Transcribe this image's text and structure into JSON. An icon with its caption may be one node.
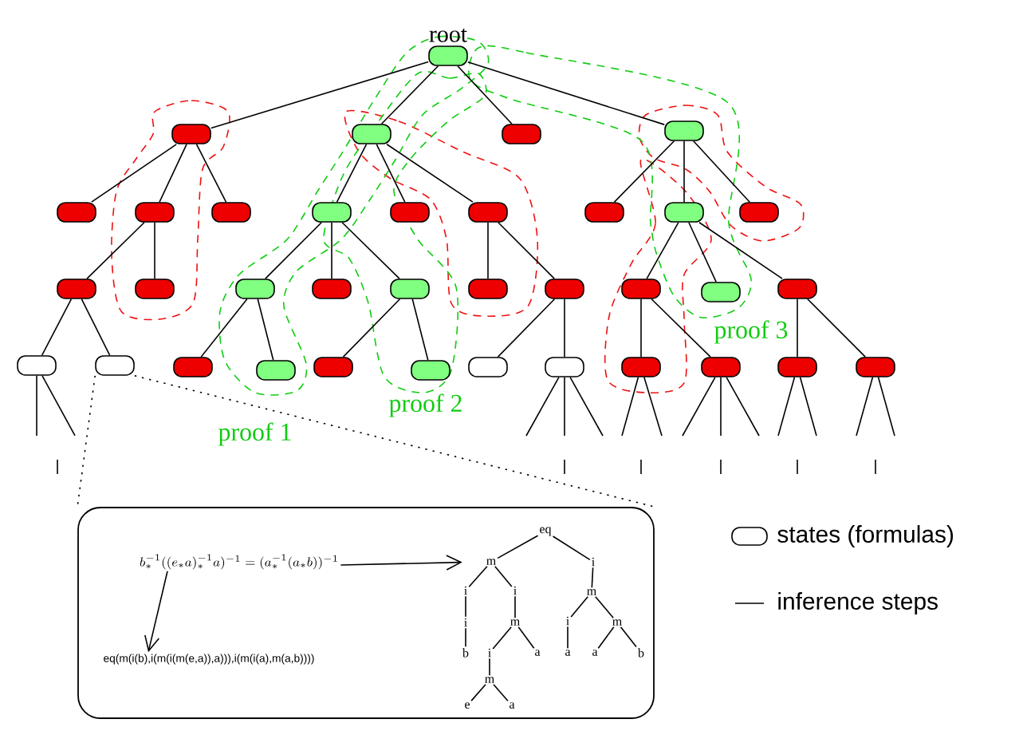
{
  "diagram": {
    "nodes": [
      {
        "text": [
          "root"
        ]
      },
      {
        "text": [],
        "shape": "box"
      },
      {
        "text": [],
        "shape": "box"
      },
      {
        "text": [],
        "shape": "box"
      },
      {
        "text": [],
        "shape": "box"
      },
      {
        "text": [],
        "shape": "box"
      },
      {
        "text": [],
        "shape": "box"
      },
      {
        "text": [],
        "shape": "box"
      },
      {
        "text": [],
        "shape": "box"
      },
      {
        "text": [],
        "shape": "box"
      },
      {
        "text": [],
        "shape": "box"
      },
      {
        "text": [],
        "shape": "box"
      },
      {
        "text": [],
        "shape": "box"
      },
      {
        "text": [],
        "shape": "box"
      },
      {
        "text": [],
        "shape": "box"
      },
      {
        "text": [],
        "shape": "box"
      },
      {
        "text": [],
        "shape": "box"
      },
      {
        "text": [],
        "shape": "box"
      },
      {
        "text": [],
        "shape": "box"
      },
      {
        "text": [],
        "shape": "box"
      },
      {
        "text": [],
        "shape": "box"
      },
      {
        "text": [],
        "shape": "box"
      },
      {
        "text": [],
        "shape": "box"
      },
      {
        "text": [],
        "shape": "box"
      },
      {
        "text": [],
        "shape": "box"
      },
      {
        "text": [],
        "shape": "box"
      },
      {
        "text": [],
        "shape": "box"
      },
      {
        "text": [],
        "shape": "box"
      },
      {
        "text": [],
        "shape": "box"
      },
      {
        "text": [],
        "shape": "box"
      },
      {
        "text": [],
        "shape": "box"
      },
      {
        "text": [],
        "shape": "box"
      },
      {
        "text": [],
        "shape": "box"
      },
      {
        "text": [],
        "shape": "box"
      },
      {
        "text": [],
        "shape": "box"
      },
      {
        "text": [],
        "shape": "box"
      },
      {
        "text": [],
        "shape": "box"
      },
      {
        "text": [
          "b^{-1}_{*}((e_{*}a)^{-1}_{*}a)^{-1}=(a^{-1}_{*}(a_{*}b))^{-1}"
        ],
        "in": 36
      },
      {
        "text": [
          "eq(m(i(b),i(m(i(m(e,a)),a))),i(m(i(a),m(a,b))))"
        ],
        "in": 36
      },
      {
        "text": [
          "eq"
        ],
        "in": 36
      },
      {
        "text": [
          "m"
        ],
        "in": 36
      },
      {
        "text": [
          "i"
        ],
        "in": 36
      },
      {
        "text": [
          "i"
        ],
        "in": 36
      },
      {
        "text": [
          "i"
        ],
        "in": 36
      },
      {
        "text": [
          "m"
        ],
        "in": 36
      },
      {
        "text": [
          "i"
        ],
        "in": 36
      },
      {
        "text": [
          "m"
        ],
        "in": 36
      },
      {
        "text": [
          "i"
        ],
        "in": 36
      },
      {
        "text": [
          "m"
        ],
        "in": 36
      },
      {
        "text": [
          "b"
        ],
        "in": 36
      },
      {
        "text": [
          "i"
        ],
        "in": 36
      },
      {
        "text": [
          "a"
        ],
        "in": 36
      },
      {
        "text": [
          "a"
        ],
        "in": 36
      },
      {
        "text": [
          "a"
        ],
        "in": 36
      },
      {
        "text": [
          "b"
        ],
        "in": 36
      },
      {
        "text": [
          "m"
        ],
        "in": 36
      },
      {
        "text": [
          "e"
        ],
        "in": 36
      },
      {
        "text": [
          "a"
        ],
        "in": 36
      }
    ],
    "edges": [
      {
        "from": 0,
        "to": 1,
        "arrow": "none"
      },
      {
        "from": 0,
        "to": 2,
        "arrow": "none"
      },
      {
        "from": 0,
        "to": 3,
        "arrow": "none"
      },
      {
        "from": 0,
        "to": 4,
        "arrow": "none"
      },
      {
        "from": 1,
        "to": 5,
        "arrow": "none"
      },
      {
        "from": 1,
        "to": 6,
        "arrow": "none"
      },
      {
        "from": 1,
        "to": 7,
        "arrow": "none"
      },
      {
        "from": 2,
        "to": 8,
        "arrow": "none"
      },
      {
        "from": 2,
        "to": 9,
        "arrow": "none"
      },
      {
        "from": 2,
        "to": 10,
        "arrow": "none"
      },
      {
        "from": 4,
        "to": 11,
        "arrow": "none"
      },
      {
        "from": 4,
        "to": 12,
        "arrow": "none"
      },
      {
        "from": 4,
        "to": 13,
        "arrow": "none"
      },
      {
        "from": 6,
        "to": 14,
        "arrow": "none"
      },
      {
        "from": 6,
        "to": 15,
        "arrow": "none"
      },
      {
        "from": 8,
        "to": 16,
        "arrow": "none"
      },
      {
        "from": 8,
        "to": 17,
        "arrow": "none"
      },
      {
        "from": 8,
        "to": 18,
        "arrow": "none"
      },
      {
        "from": 10,
        "to": 19,
        "arrow": "none"
      },
      {
        "from": 10,
        "to": 20,
        "arrow": "none"
      },
      {
        "from": 12,
        "to": 21,
        "arrow": "none"
      },
      {
        "from": 12,
        "to": 22,
        "arrow": "none"
      },
      {
        "from": 12,
        "to": 23,
        "arrow": "none"
      },
      {
        "from": 14,
        "to": 24,
        "arrow": "none"
      },
      {
        "from": 14,
        "to": 25,
        "arrow": "none"
      },
      {
        "from": 16,
        "to": 26,
        "arrow": "none"
      },
      {
        "from": 16,
        "to": 27,
        "arrow": "none"
      },
      {
        "from": 18,
        "to": 28,
        "arrow": "none"
      },
      {
        "from": 18,
        "to": 29,
        "arrow": "none"
      },
      {
        "from": 20,
        "to": 30,
        "arrow": "none"
      },
      {
        "from": 20,
        "to": 31,
        "arrow": "none"
      },
      {
        "from": 21,
        "to": 32,
        "arrow": "none"
      },
      {
        "from": 21,
        "to": 33,
        "arrow": "none"
      },
      {
        "from": 23,
        "to": 34,
        "arrow": "none"
      },
      {
        "from": 23,
        "to": 35,
        "arrow": "none"
      },
      {
        "from": 24,
        "to": null,
        "arrow": "none"
      },
      {
        "from": 24,
        "to": null,
        "arrow": "none"
      },
      {
        "from": 31,
        "to": null,
        "arrow": "none"
      },
      {
        "from": 31,
        "to": null,
        "arrow": "none"
      },
      {
        "from": 31,
        "to": null,
        "arrow": "none"
      },
      {
        "from": 32,
        "to": null,
        "arrow": "none"
      },
      {
        "from": 32,
        "to": null,
        "arrow": "none"
      },
      {
        "from": 33,
        "to": null,
        "arrow": "none"
      },
      {
        "from": 33,
        "to": null,
        "arrow": "none"
      },
      {
        "from": 33,
        "to": null,
        "arrow": "none"
      },
      {
        "from": 34,
        "to": null,
        "arrow": "none"
      },
      {
        "from": 34,
        "to": null,
        "arrow": "none"
      },
      {
        "from": 35,
        "to": null,
        "arrow": "none"
      },
      {
        "from": 35,
        "to": null,
        "arrow": "none"
      },
      {
        "from": 25,
        "to": 36,
        "arrow": "none",
        "style": "dashed"
      },
      {
        "from": 25,
        "to": 36,
        "arrow": "none",
        "style": "dashed"
      },
      {
        "from": 37,
        "to": 38,
        "arrow": "to"
      },
      {
        "from": 37,
        "to": 40,
        "arrow": "to"
      },
      {
        "from": 39,
        "to": 40,
        "arrow": "none"
      },
      {
        "from": 39,
        "to": 41,
        "arrow": "none"
      },
      {
        "from": 40,
        "to": 42,
        "arrow": "none"
      },
      {
        "from": 40,
        "to": 43,
        "arrow": "none"
      },
      {
        "from": 41,
        "to": 44,
        "arrow": "none"
      },
      {
        "from": 42,
        "to": 45,
        "arrow": "none"
      },
      {
        "from": 43,
        "to": 46,
        "arrow": "none"
      },
      {
        "from": 44,
        "to": 47,
        "arrow": "none"
      },
      {
        "from": 44,
        "to": 48,
        "arrow": "none"
      },
      {
        "from": 45,
        "to": 49,
        "arrow": "none"
      },
      {
        "from": 46,
        "to": 50,
        "arrow": "none"
      },
      {
        "from": 46,
        "to": 51,
        "arrow": "none"
      },
      {
        "from": 47,
        "to": 52,
        "arrow": "none"
      },
      {
        "from": 48,
        "to": 53,
        "arrow": "none"
      },
      {
        "from": 48,
        "to": 54,
        "arrow": "none"
      },
      {
        "from": 50,
        "to": 55,
        "arrow": "none"
      },
      {
        "from": 55,
        "to": 56,
        "arrow": "none"
      },
      {
        "from": 55,
        "to": 57,
        "arrow": "none"
      }
    ],
    "labels": [
      "proof 3",
      "proof 1",
      "proof 2"
    ],
    "legend": [
      {
        "text": "states (formulas)"
      },
      {
        "text": "inference steps"
      }
    ]
  }
}
